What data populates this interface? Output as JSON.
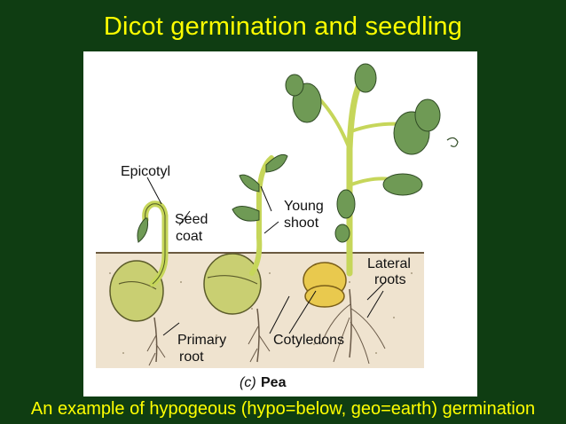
{
  "slide": {
    "title": "Dicot germination and seedling",
    "caption": "An example of hypogeous (hypo=below, geo=earth) germination"
  },
  "figure": {
    "labels": {
      "epicotyl": "Epicotyl",
      "seed": "Seed",
      "coat": "coat",
      "young": "Young",
      "shoot": "shoot",
      "lateral": "Lateral",
      "roots": "roots",
      "primary": "Primary",
      "root": "root",
      "cotyledons": "Cotyledons",
      "panel_letter": "(c)",
      "panel_name": "Pea"
    },
    "colors": {
      "background": "#0f3d12",
      "title_text": "#ffff00",
      "soil": "#efe3cf",
      "cotyledon": "#c9cf72",
      "cotyledon_yellow": "#e9c94e",
      "stem": "#c6d65a",
      "leaf": "#6f9a55"
    }
  }
}
